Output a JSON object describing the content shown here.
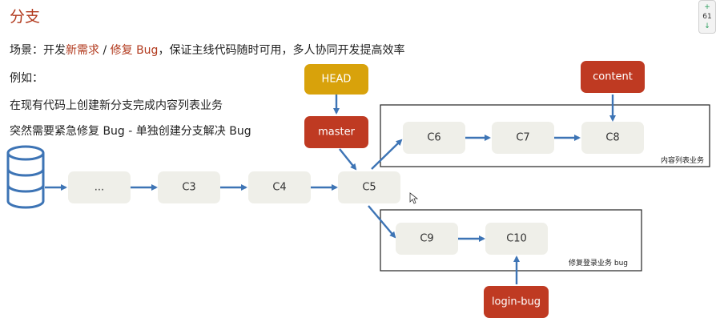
{
  "title": "分支",
  "scenario": {
    "prefix": "场景：开发",
    "highlight1": "新需求",
    "sep": " / ",
    "highlight2": "修复 Bug",
    "suffix": "，保证主线代码随时可用，多人协同开发提高效率"
  },
  "example_label": "例如：",
  "example_lines": [
    "在现有代码上创建新分支完成内容列表业务",
    "突然需要紧急修复 Bug - 单独创建分支解决 Bug"
  ],
  "commits": {
    "dots": "...",
    "c3": "C3",
    "c4": "C4",
    "c5": "C5",
    "c6": "C6",
    "c7": "C7",
    "c8": "C8",
    "c9": "C9",
    "c10": "C10"
  },
  "refs": {
    "head": "HEAD",
    "master": "master",
    "content": "content",
    "login_bug": "login-bug"
  },
  "frames": {
    "content_business": "内容列表业务",
    "bug_fix": "修复登录业务 bug"
  },
  "widget": {
    "up": "+",
    "value": "61",
    "down": "↓"
  },
  "colors": {
    "accent_red": "#bf3a22",
    "head_yellow": "#d8a20b",
    "arrow_blue": "#3d74b5",
    "commit_fill": "#efefe9"
  }
}
